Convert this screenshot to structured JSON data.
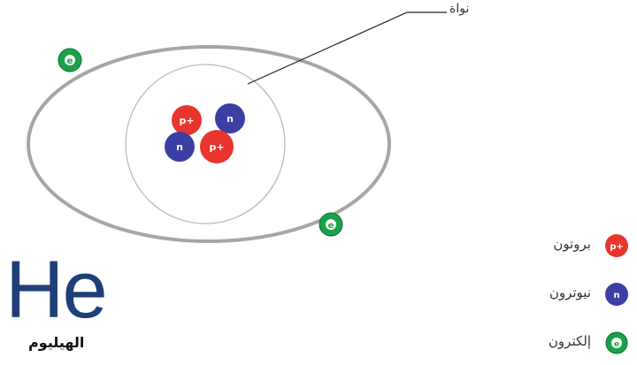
{
  "labels": {
    "nucleus": "نواة",
    "element_symbol": "He",
    "element_name": "الهيليوم"
  },
  "particles": {
    "proton": {
      "mark": "p+",
      "color": "#e8352e",
      "legend": "بروتون"
    },
    "neutron": {
      "mark": "n",
      "color": "#3b3fa3",
      "legend": "نيوترون"
    },
    "electron": {
      "mark": "e",
      "color": "#1aa24b",
      "legend": "إلكترون"
    }
  },
  "colors": {
    "orbit": "#a6a6a6",
    "nucleus_ring": "#bbbbbb",
    "symbol": "#1f3f78"
  }
}
